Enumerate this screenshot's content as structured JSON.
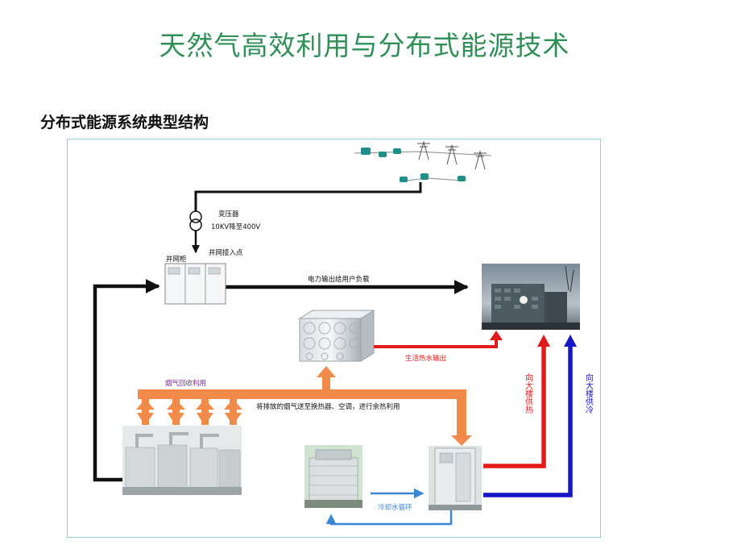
{
  "title": "天然气高效利用与分布式能源技术",
  "subtitle": "分布式能源系统典型结构",
  "labels": {
    "transformer": "变压器",
    "transformer_spec": "10KV降至400V",
    "grid_access": "并网接入点",
    "grid_cabinet": "并网柜",
    "power_output": "电力输出给用户负载",
    "hot_water_output": "生活热水输出",
    "flue_gas_recovery": "烟气回收利用",
    "exhaust_route": "将排放的烟气送至换热器、空调，进行余热利用",
    "cooling_water": "冷却水循环",
    "heat_supply": "向大楼供热",
    "cold_supply": "向大楼供冷"
  },
  "colors": {
    "title": "#2f8f57",
    "power_line": "#111111",
    "flue_gas": "#f28a4a",
    "heat": "#e31a1a",
    "cold": "#1515c8",
    "cooling": "#3a86d6"
  }
}
